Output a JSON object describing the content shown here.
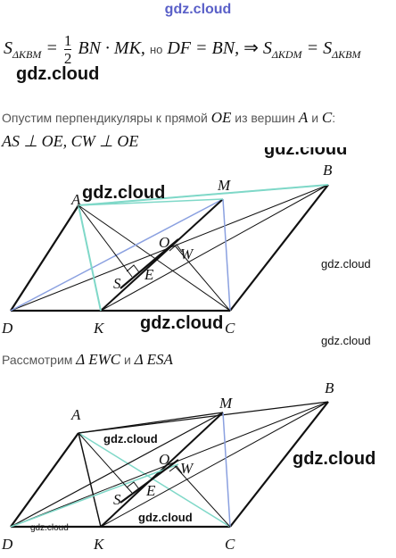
{
  "watermark": "gdz.cloud",
  "formula": {
    "s": "S",
    "sub1": "ΔKBM",
    "eq1": "=",
    "frac_num": "1",
    "frac_den": "2",
    "rhs1": "BN · MK,",
    "but": "но",
    "cond": "DF = BN,",
    "implies": "⇒",
    "s2": "S",
    "sub2": "ΔKDM",
    "eq2": "=",
    "s3": "S",
    "sub3": "ΔKBM"
  },
  "line1": {
    "prefix": "Опустим перпендикуляры к прямой",
    "line_name": "OE",
    "middle": "из вершин",
    "v1": "A",
    "and": "и",
    "v2": "C",
    "colon": ":"
  },
  "line2": "AS ⊥ OE, CW ⊥ OE",
  "line3": {
    "prefix": "Рассмотрим",
    "t1": "Δ EWC",
    "and": "и",
    "t2": "Δ ESA"
  },
  "points": [
    "A",
    "B",
    "C",
    "D",
    "M",
    "K",
    "O",
    "W",
    "S",
    "E"
  ]
}
